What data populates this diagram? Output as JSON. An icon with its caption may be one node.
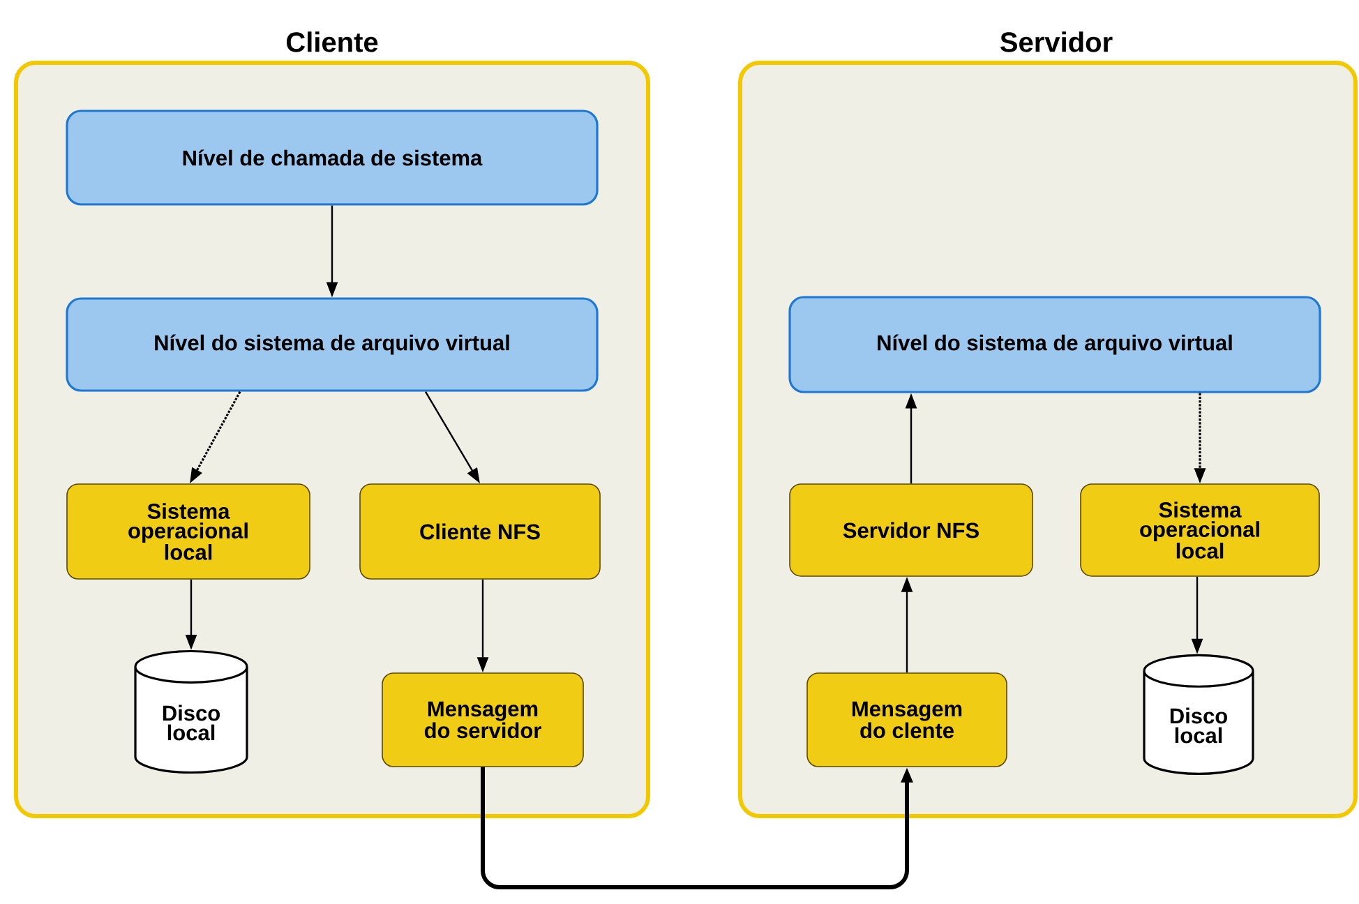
{
  "diagram": {
    "nodes": [
      {
        "text": [
          "Cliente"
        ]
      },
      {
        "text": [
          "Nível de chamada de sistema"
        ],
        "in": 0
      },
      {
        "text": [
          "Nível do sistema de arquivo virtual"
        ],
        "in": 0
      },
      {
        "text": [
          "Sistema operacional local"
        ],
        "in": 0
      },
      {
        "text": [
          "Cliente NFS"
        ],
        "in": 0
      },
      {
        "text": [
          "Disco local"
        ],
        "in": 0
      },
      {
        "text": [
          "Mensagem do servidor"
        ],
        "in": 0
      },
      {
        "text": [
          "Servidor"
        ]
      },
      {
        "text": [
          "Nível do sistema de arquivo virtual"
        ],
        "in": 7
      },
      {
        "text": [
          "Servidor NFS"
        ],
        "in": 7
      },
      {
        "text": [
          "Sistema operacional local"
        ],
        "in": 7
      },
      {
        "text": [
          "Mensagem do clente"
        ],
        "in": 7
      },
      {
        "text": [
          "Disco local"
        ],
        "in": 7
      }
    ],
    "edges": [
      {
        "from": 1,
        "to": 2,
        "arrow": "to"
      },
      {
        "from": 2,
        "to": 3,
        "arrow": "to",
        "style": "dashed"
      },
      {
        "from": 2,
        "to": 4,
        "arrow": "to"
      },
      {
        "from": 3,
        "to": 5,
        "arrow": "to"
      },
      {
        "from": 4,
        "to": 6,
        "arrow": "to"
      },
      {
        "from": 6,
        "to": 11,
        "arrow": "to",
        "style": "thick"
      },
      {
        "from": 11,
        "to": 9,
        "arrow": "to"
      },
      {
        "from": 9,
        "to": 8,
        "arrow": "to"
      },
      {
        "from": 8,
        "to": 10,
        "arrow": "to",
        "style": "dashed"
      },
      {
        "from": 10,
        "to": 12,
        "arrow": "to"
      }
    ]
  }
}
